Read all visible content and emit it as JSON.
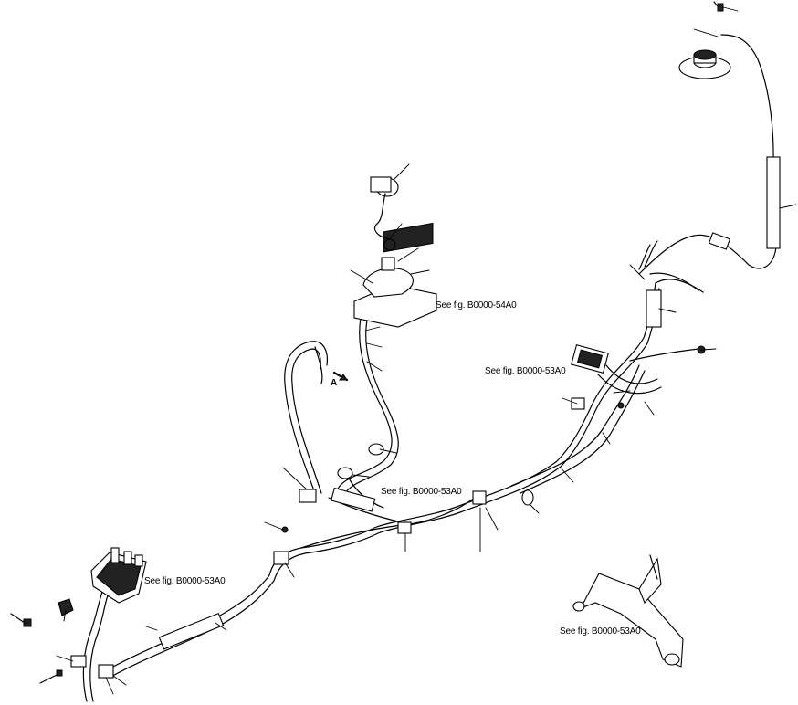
{
  "references": [
    {
      "id": "ref-54a0",
      "text": "See fig. B0000-54A0"
    },
    {
      "id": "ref-53a0-upper",
      "text": "See fig. B0000-53A0"
    },
    {
      "id": "ref-53a0-middle",
      "text": "See fig. B0000-53A0"
    },
    {
      "id": "ref-53a0-left",
      "text": "See fig. B0000-53A0"
    },
    {
      "id": "ref-53a0-bracket",
      "text": "See fig. B0000-53A0"
    }
  ],
  "view_marker": {
    "text": "A"
  }
}
